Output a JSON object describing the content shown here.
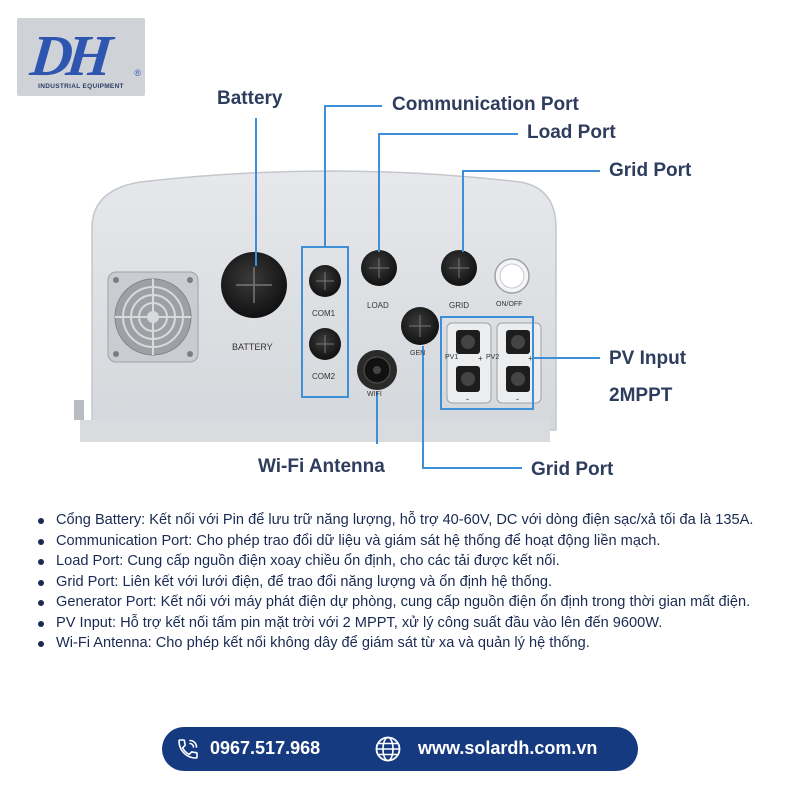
{
  "brand": {
    "logo_text": "DH",
    "logo_reg": "®",
    "logo_tagline": "INDUSTRIAL EQUIPMENT",
    "primary_color": "#163a80",
    "callout_color": "#3d8fd8"
  },
  "callouts": {
    "battery": "Battery",
    "communication": "Communication Port",
    "load": "Load Port",
    "grid_top": "Grid Port",
    "pv_line1": "PV Input",
    "pv_line2": "2MPPT",
    "wifi": "Wi-Fi Antenna",
    "grid_bottom": "Grid Port"
  },
  "device_labels": {
    "battery": "BATTERY",
    "com1": "COM1",
    "com2": "COM2",
    "load": "LOAD",
    "grid": "GRID",
    "onoff": "ON/OFF",
    "gen": "GEN",
    "wifi": "WIFI",
    "pv1": "PV1",
    "pv2": "PV2",
    "plus": "+",
    "minus": "-"
  },
  "descriptions": [
    "Cổng Battery: Kết nối với Pin để lưu trữ năng lượng, hỗ trợ 40-60V, DC với dòng điện sạc/xả tối đa là 135A.",
    "Communication Port: Cho phép trao đổi dữ liệu và giám sát hệ thống để hoạt động liền mạch.",
    "Load Port: Cung cấp nguồn điện xoay chiều ổn định, cho các tải được kết nối.",
    "Grid Port: Liên kết với lưới điện, để trao đổi năng lượng và ổn định hệ thống.",
    "Generator Port: Kết nối với máy phát điện dự phòng, cung cấp nguồn điện ổn định trong thời gian mất điện.",
    "PV Input: Hỗ trợ kết nối tấm pin mặt trời với 2 MPPT, xử lý công suất đầu vào lên đến 9600W.",
    "Wi-Fi Antenna: Cho phép kết nối không dây để giám sát từ xa và quản lý hệ thống."
  ],
  "contact": {
    "phone": "0967.517.968",
    "website": "www.solardh.com.vn",
    "phone_icon": "phone-icon",
    "globe_icon": "globe-icon"
  }
}
